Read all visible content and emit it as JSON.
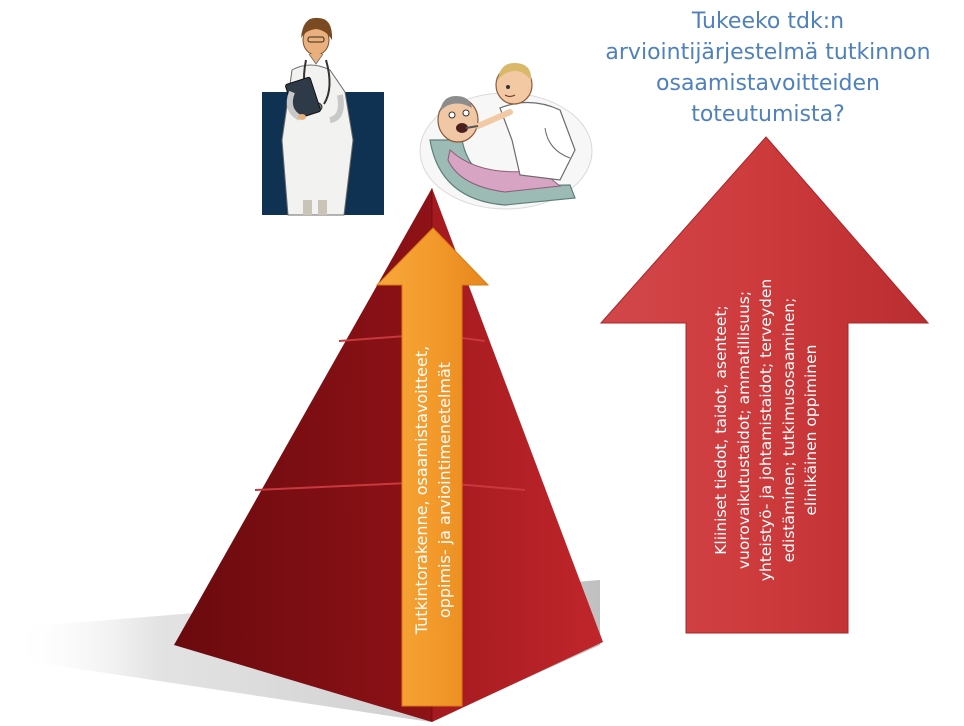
{
  "question": {
    "lines": [
      "Tukeeko tdk:n",
      "arviointijärjestelmä tutkinnon",
      "osaamistavoitteiden",
      "toteutumista?"
    ]
  },
  "orange_arrow": {
    "lines": [
      "Tutkintorakenne, osaamistavoitteet,",
      "oppimis- ja arviointimenetelmät"
    ]
  },
  "red_arrow": {
    "lines": [
      "Kliiniset tiedot, taidot, asenteet;",
      "vuorovaikutustaidot; ammatillisuus;",
      "yhteistyö- ja johtamistaidot; terveyden",
      "edistäminen; tutkimusosaaminen;",
      "elinikäinen oppiminen"
    ]
  },
  "colors": {
    "question_text": "#4f81bd",
    "pyramid_dark": "#7a0b10",
    "pyramid_light": "#a81a20",
    "orange_arrow": "#f39a2b",
    "red_arrow": "#cd3a3c",
    "doctor_background": "#0f3152"
  },
  "clipart": {
    "left": "doctor-illustration",
    "right": "dentist-illustration"
  }
}
